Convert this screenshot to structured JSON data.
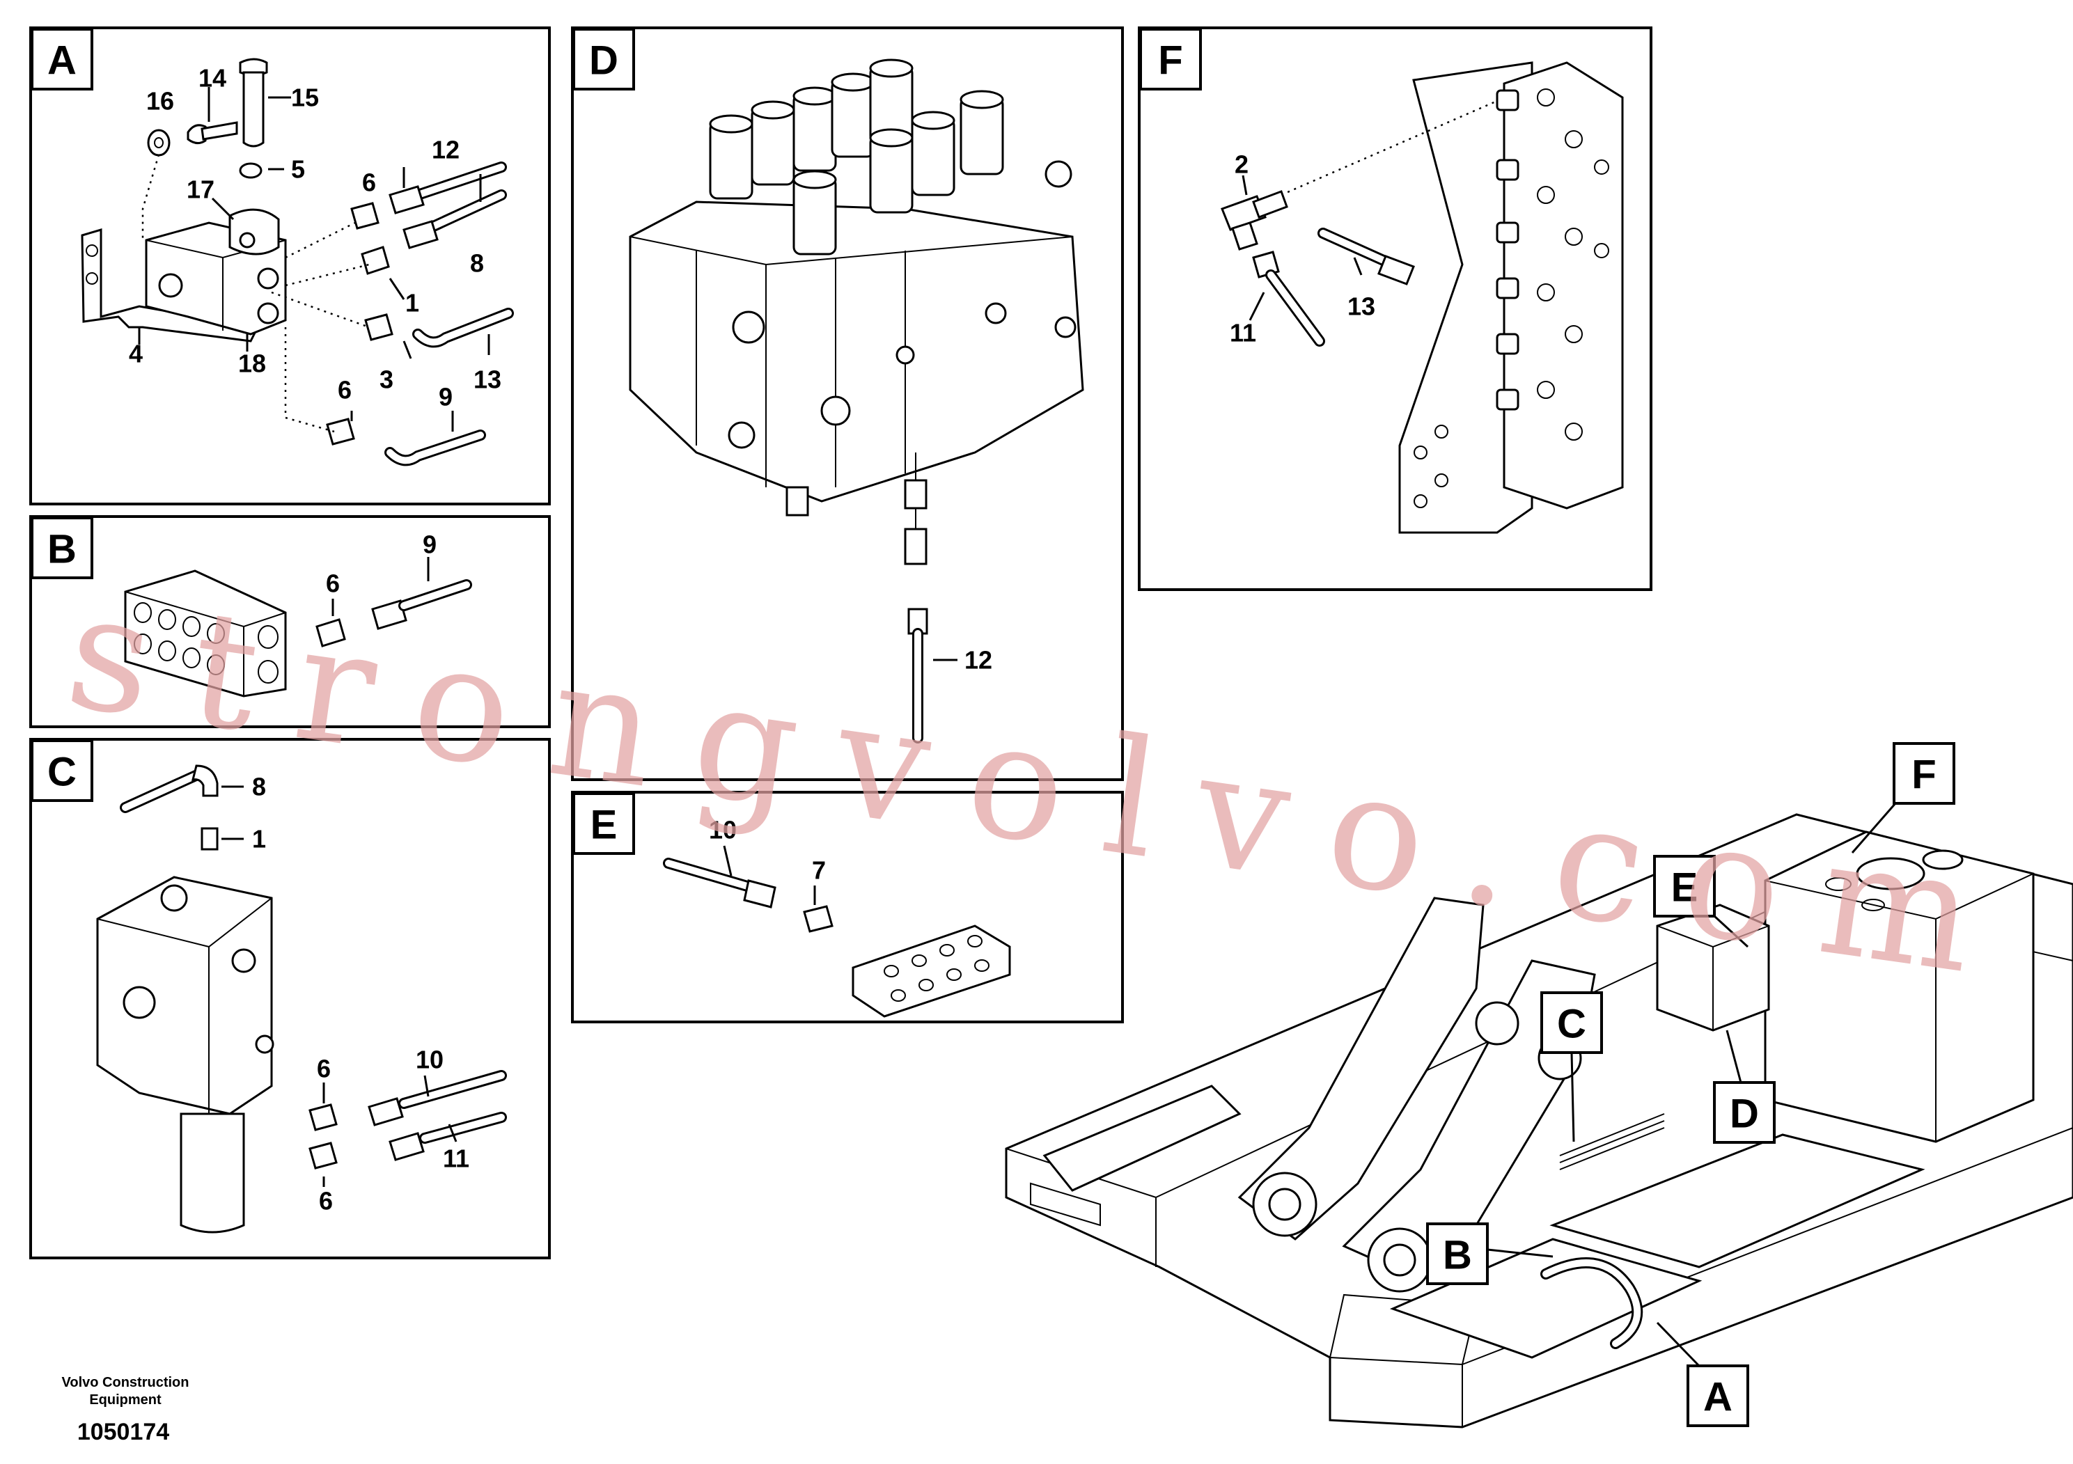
{
  "panels": [
    {
      "tag": "A",
      "labels": [
        "16",
        "14",
        "15",
        "5",
        "17",
        "6",
        "12",
        "8",
        "1",
        "4",
        "18",
        "3",
        "13",
        "6",
        "9"
      ]
    },
    {
      "tag": "B",
      "labels": [
        "6",
        "9"
      ]
    },
    {
      "tag": "C",
      "labels": [
        "8",
        "1",
        "10",
        "6",
        "11",
        "6"
      ]
    },
    {
      "tag": "D",
      "labels": [
        "12"
      ]
    },
    {
      "tag": "E",
      "labels": [
        "10",
        "7"
      ]
    },
    {
      "tag": "F",
      "labels": [
        "2",
        "13",
        "11"
      ]
    }
  ],
  "overview_callouts": [
    "F",
    "E",
    "C",
    "D",
    "B",
    "A"
  ],
  "footer": {
    "company_line1": "Volvo Construction",
    "company_line2": "Equipment",
    "drawing_number": "1050174"
  },
  "watermark": "strongvolvo.com"
}
